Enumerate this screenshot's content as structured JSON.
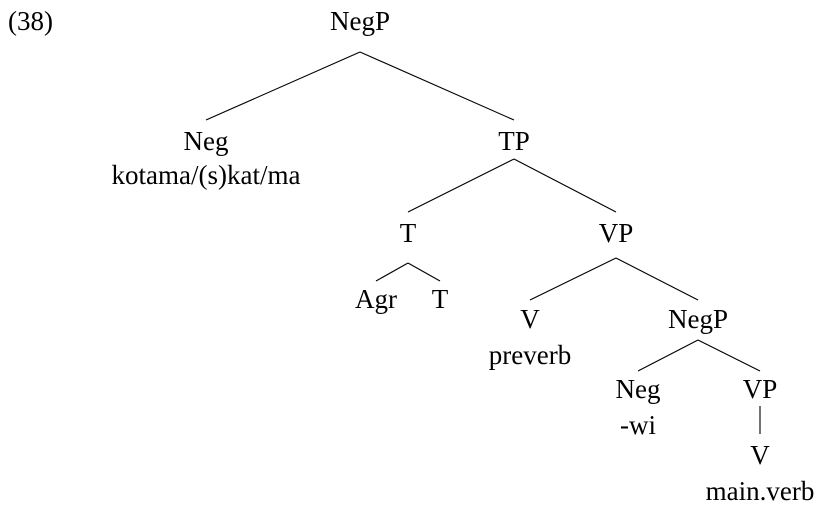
{
  "example_number": "(38)",
  "nodes": {
    "root_negp": "NegP",
    "neg1": "Neg",
    "neg1_word": "kotama/(s)kat/ma",
    "tp": "TP",
    "t": "T",
    "agr": "Agr",
    "t_low": "T",
    "vp1": "VP",
    "v1": "V",
    "v1_word": "preverb",
    "negp2": "NegP",
    "neg2": "Neg",
    "neg2_word": "-wi",
    "vp2": "VP",
    "v2": "V",
    "v2_word": "main.verb"
  }
}
